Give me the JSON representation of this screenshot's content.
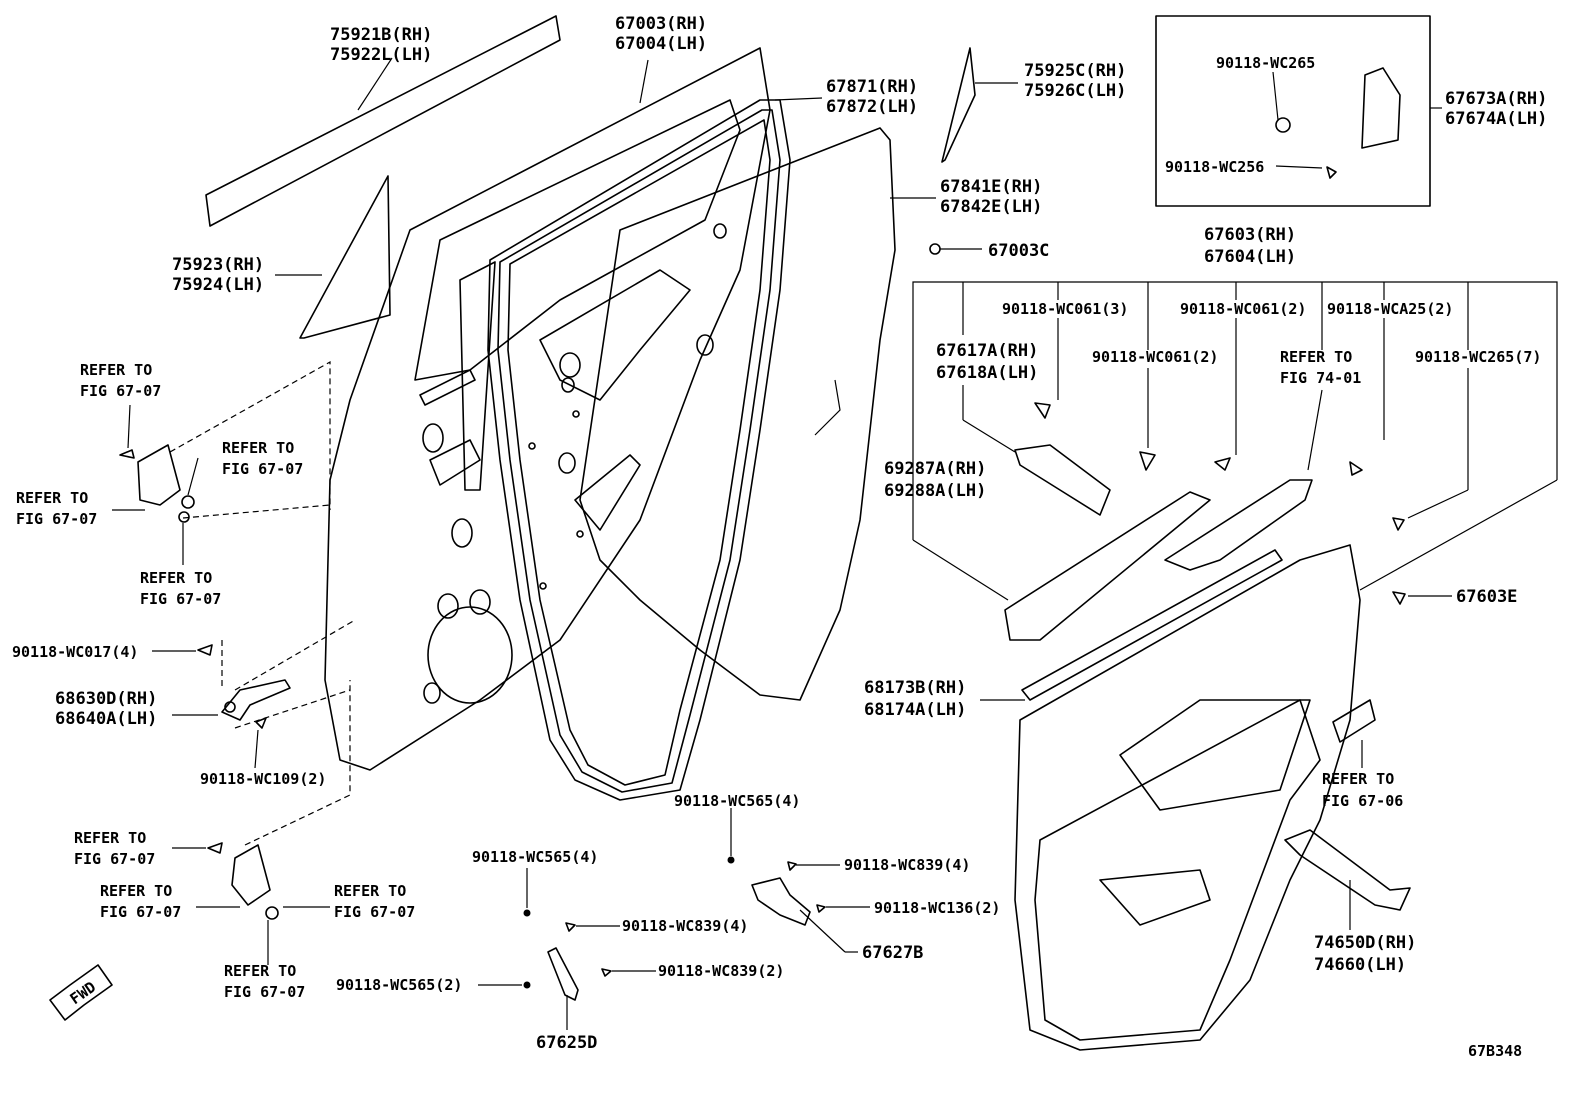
{
  "diagram": {
    "id_code": "67B348",
    "fwd_label": "FWD",
    "parts": {
      "p75921": [
        "75921B(RH)",
        "75922L(LH)"
      ],
      "p67003": [
        "67003(RH)",
        "67004(LH)"
      ],
      "p67871": [
        "67871(RH)",
        "67872(LH)"
      ],
      "p67841": [
        "67841E(RH)",
        "67842E(LH)"
      ],
      "p75923": [
        "75923(RH)",
        "75924(LH)"
      ],
      "p75925": [
        "75925C(RH)",
        "75926C(LH)"
      ],
      "p67003c": "67003C",
      "p67673": [
        "67673A(RH)",
        "67674A(LH)"
      ],
      "p_wc265_box": "90118-WC265",
      "p_wc256_box": "90118-WC256",
      "p67603": [
        "67603(RH)",
        "67604(LH)"
      ],
      "p_wc061_3": "90118-WC061(3)",
      "p_wc061_2a": "90118-WC061(2)",
      "p_wca25": "90118-WCA25(2)",
      "p_wc061_2b": "90118-WC061(2)",
      "p_wc265_7": "90118-WC265(7)",
      "p67617": [
        "67617A(RH)",
        "67618A(LH)"
      ],
      "p69287": [
        "69287A(RH)",
        "69288A(LH)"
      ],
      "p67603e": "67603E",
      "p68173": [
        "68173B(RH)",
        "68174A(LH)"
      ],
      "p74650": [
        "74650D(RH)",
        "74660(LH)"
      ],
      "p_wc017": "90118-WC017(4)",
      "p68630": [
        "68630D(RH)",
        "68640A(LH)"
      ],
      "p_wc109": "90118-WC109(2)",
      "p_wc565_a": "90118-WC565(4)",
      "p_wc565_b": "90118-WC565(4)",
      "p_wc565_c": "90118-WC565(2)",
      "p_wc839_a": "90118-WC839(4)",
      "p_wc839_b": "90118-WC839(4)",
      "p_wc839_c": "90118-WC839(2)",
      "p_wc136": "90118-WC136(2)",
      "p67627b": "67627B",
      "p67625d": "67625D"
    },
    "refs": {
      "fig_67_07": [
        "REFER TO",
        "FIG 67-07"
      ],
      "fig_74_01": [
        "REFER TO",
        "FIG 74-01"
      ],
      "fig_67_06": [
        "REFER TO",
        "FIG 67-06"
      ]
    }
  }
}
